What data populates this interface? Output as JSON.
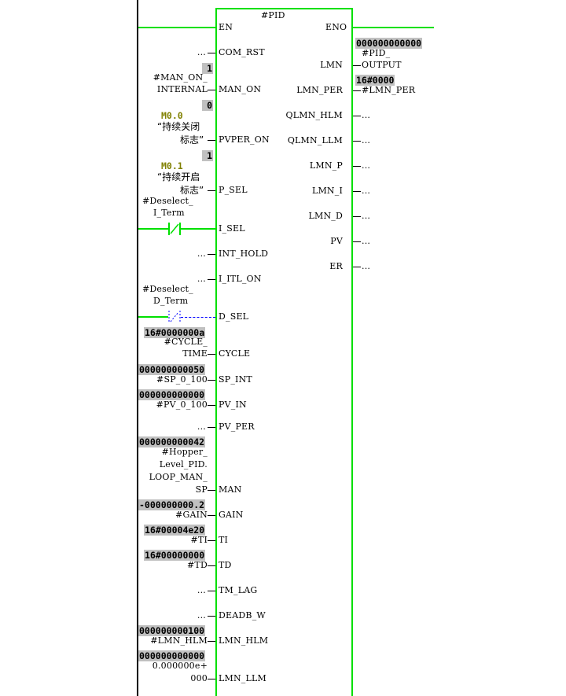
{
  "block": {
    "title": "#PID",
    "en": "EN",
    "eno": "ENO"
  },
  "inputs": [
    {
      "value": "",
      "label": "...",
      "pin": "COM_RST"
    },
    {
      "value": "1",
      "label1": "#MAN_ON_",
      "label2": "INTERNAL",
      "pin": "MAN_ON"
    },
    {
      "value": "0",
      "addr": "M0.0",
      "cn1": "“持续关闭",
      "cn2": "标志”",
      "pin": "PVPER_ON"
    },
    {
      "value": "1",
      "addr": "M0.1",
      "cn1": "“持续开启",
      "cn2": "标志”",
      "pin": "P_SEL"
    },
    {
      "label1": "#Deselect_",
      "label2": "I_Term",
      "pin": "I_SEL"
    },
    {
      "label": "...",
      "pin": "INT_HOLD"
    },
    {
      "label": "...",
      "pin": "I_ITL_ON"
    },
    {
      "label1": "#Deselect_",
      "label2": "D_Term",
      "pin": "D_SEL"
    },
    {
      "value": "16#0000000a",
      "label1": "#CYCLE_",
      "label2": "TIME",
      "pin": "CYCLE"
    },
    {
      "value": "000000000050",
      "label": "#SP_0_100",
      "pin": "SP_INT"
    },
    {
      "value": "000000000000",
      "label": "#PV_0_100",
      "pin": "PV_IN"
    },
    {
      "label": "...",
      "pin": "PV_PER"
    },
    {
      "value": "000000000042",
      "label1": "#Hopper_",
      "label2": "Level_PID.",
      "label3": "LOOP_MAN_",
      "label4": "SP",
      "pin": "MAN"
    },
    {
      "value": "-000000000.2",
      "label": "#GAIN",
      "pin": "GAIN"
    },
    {
      "value": "16#00004e20",
      "label": "#TI",
      "pin": "TI"
    },
    {
      "value": "16#00000000",
      "label": "#TD",
      "pin": "TD"
    },
    {
      "label": "...",
      "pin": "TM_LAG"
    },
    {
      "label": "...",
      "pin": "DEADB_W"
    },
    {
      "value": "000000000100",
      "label": "#LMN_HLM",
      "pin": "LMN_HLM"
    },
    {
      "value": "000000000000",
      "label1": "0.000000e+",
      "label2": "000",
      "pin": "LMN_LLM"
    }
  ],
  "outputs": [
    {
      "pin": "LMN",
      "value": "000000000000",
      "label1": "#PID_",
      "label2": "OUTPUT"
    },
    {
      "pin": "LMN_PER",
      "value": "16#0000",
      "label": "#LMN_PER"
    },
    {
      "pin": "QLMN_HLM",
      "label": "..."
    },
    {
      "pin": "QLMN_LLM",
      "label": "..."
    },
    {
      "pin": "LMN_P",
      "label": "..."
    },
    {
      "pin": "LMN_I",
      "label": "..."
    },
    {
      "pin": "LMN_D",
      "label": "..."
    },
    {
      "pin": "PV",
      "label": "..."
    },
    {
      "pin": "ER",
      "label": "..."
    }
  ],
  "colors": {
    "wire": "#00e000",
    "value_bg": "#c0c0c0",
    "address": "#808000",
    "negated_contact": "#0000ff"
  }
}
